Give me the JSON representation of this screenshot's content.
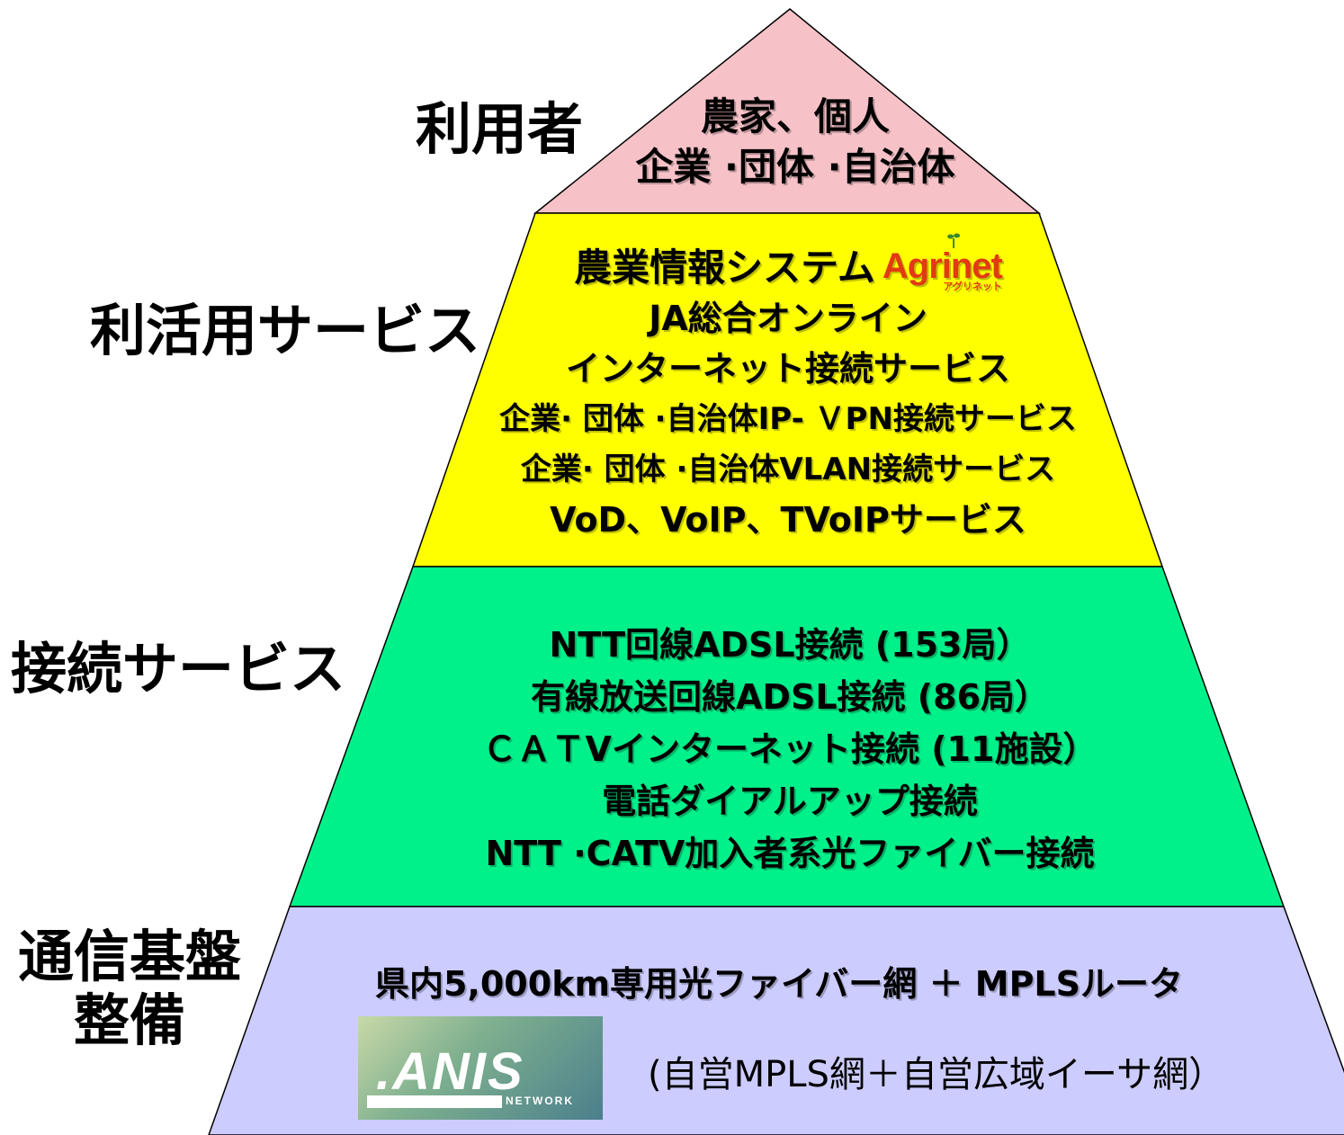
{
  "colors": {
    "tier_top": "#f6c2c8",
    "tier_services": "#ffff00",
    "tier_connection": "#00f08a",
    "tier_base": "#ccccff",
    "outline": "#000000"
  },
  "labels": {
    "users": "利用者",
    "services": "利活用サービス",
    "connection": "接続サービス",
    "base_line1": "通信基盤",
    "base_line2": "整備"
  },
  "tiers": {
    "top": [
      "農家、個人",
      "企業 ·団体 ·自治体"
    ],
    "services": {
      "line1": "農業情報システム",
      "logo_text": "Agrinet",
      "logo_sub": "アグリネット",
      "lines": [
        "JA総合オンライン",
        "インターネット接続サービス",
        "企業· 団体 ·自治体IP- ＶPN接続サービス",
        "企業· 団体 ·自治体VLAN接続サービス",
        "VoD、VoIP、TVoIPサービス"
      ]
    },
    "connection": [
      "NTT回線ADSL接続 (153局）",
      "有線放送回線ADSL接続 (86局）",
      "ＣＡＴVインターネット接続 (11施設）",
      "電話ダイアルアップ接続",
      "NTT ·CATV加入者系光ファイバー接続"
    ],
    "base": {
      "line1": "県内5,000km専用光ファイバー網 ＋ MPLSルータ",
      "logo_text": ".ANIS",
      "logo_sub": "NETWORK",
      "line2": "(自営MPLS網＋自営広域イーサ網）"
    }
  }
}
